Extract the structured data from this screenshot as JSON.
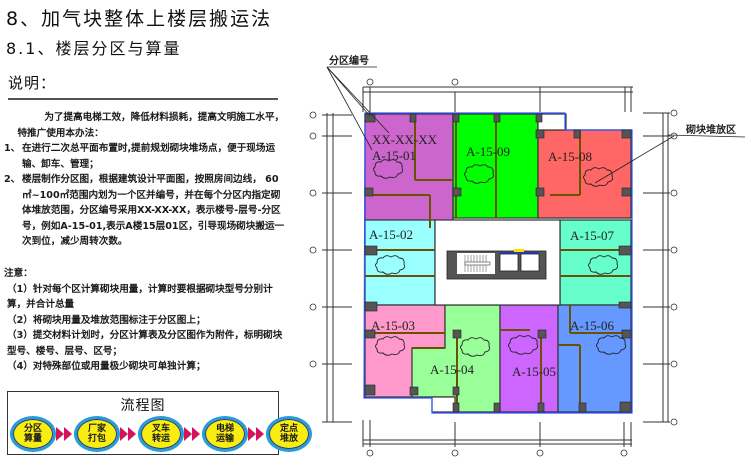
{
  "headings": {
    "title": "8、加气块整体上楼层搬运法",
    "subtitle": "8.1、楼层分区与算量",
    "notes_heading": "说明："
  },
  "intro": "为了提高电梯工效，降低材料损耗，提高文明施工水平，特推广使用本办法：",
  "items": [
    {
      "num": "1、",
      "text": "在进行二次总平面布置时,提前规划砌块堆场点，便于现场运输、卸车、管理；"
    },
    {
      "num": "2、",
      "text": "楼层制作分区图，根据建筑设计平面图，按照房间边线， 60㎡~100㎡范围内划为一个区并编号，并在每个分区内指定砌体堆放范围，分区编号采用XX-XX-XX，表示楼号-层号-分区号，例如A-15-01,表示A楼15层01区，引导现场砌块搬运一次到位，减少周转次数。"
    }
  ],
  "attention": {
    "heading": "注意：",
    "items": [
      "（1）针对每个区计算砌块用量，计算时要根据砌块型号分别计算，并合计总量",
      "（2）将砌块用量及堆放范围标注于分区图上；",
      "（3）提交材料计划时，分区计算表及分区图作为附件，标明砌块型号、楼号、层号、区号；",
      "（4）对特殊部位或用量极少砌块可单独计算；"
    ]
  },
  "flow": {
    "title": "流程图",
    "steps": [
      {
        "line1": "分区",
        "line2": "算量"
      },
      {
        "line1": "厂家",
        "line2": "打包"
      },
      {
        "line1": "叉车",
        "line2": "转运"
      },
      {
        "line1": "电梯",
        "line2": "运输"
      },
      {
        "line1": "定点",
        "line2": "堆放"
      }
    ],
    "colors": {
      "fill": "#f8ec10",
      "ring": "#2a9ad8",
      "arrow": "#d4145a"
    }
  },
  "plan": {
    "callout_zone_number": "分区编号",
    "callout_stack_area": "砌块堆放区",
    "format_label": "XX-XX-XX",
    "zones": [
      {
        "id": "A-15-01",
        "color": "#cc66cc"
      },
      {
        "id": "A-15-02",
        "color": "#99ffff"
      },
      {
        "id": "A-15-03",
        "color": "#ff99cc"
      },
      {
        "id": "A-15-04",
        "color": "#99ff99"
      },
      {
        "id": "A-15-05",
        "color": "#cc66ff"
      },
      {
        "id": "A-15-06",
        "color": "#6699ff"
      },
      {
        "id": "A-15-07",
        "color": "#66ffcc"
      },
      {
        "id": "A-15-08",
        "color": "#ff6666"
      },
      {
        "id": "A-15-09",
        "color": "#00ff00"
      }
    ]
  }
}
